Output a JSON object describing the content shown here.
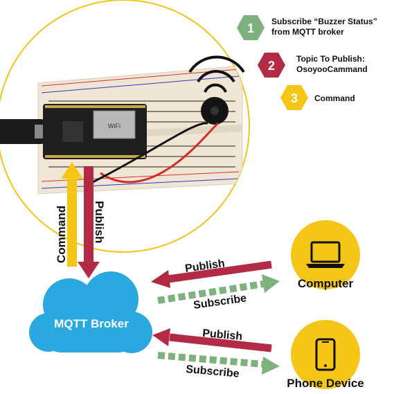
{
  "steps": [
    {
      "number": "1",
      "lines": [
        "Subscribe “Buzzer Status”",
        "from MQTT broker"
      ],
      "color": "#7fb17f"
    },
    {
      "number": "2",
      "lines": [
        "Topic To Publish:",
        "OsoyooCammand"
      ],
      "color": "#b32a45"
    },
    {
      "number": "3",
      "lines": [
        "Command"
      ],
      "color": "#f5c518"
    }
  ],
  "arrows": {
    "command": "Command",
    "publish": "Publish",
    "computer_publish": "Publish",
    "computer_subscribe": "Subscribe",
    "phone_publish": "Publish",
    "phone_subscribe": "Subscribe"
  },
  "broker": {
    "label": "MQTT Broker",
    "color": "#29a9e0"
  },
  "devices": [
    {
      "label": "Computer",
      "icon": "laptop-icon",
      "color": "#f5c518"
    },
    {
      "label": "Phone Device",
      "icon": "phone-icon",
      "color": "#f5c518"
    }
  ],
  "board": {
    "chip_label": "WiFi"
  },
  "colors": {
    "red_arrow": "#b32a45",
    "green_arrow": "#7fb17f",
    "yellow": "#f5c518",
    "circle_outline": "#f0c419"
  }
}
